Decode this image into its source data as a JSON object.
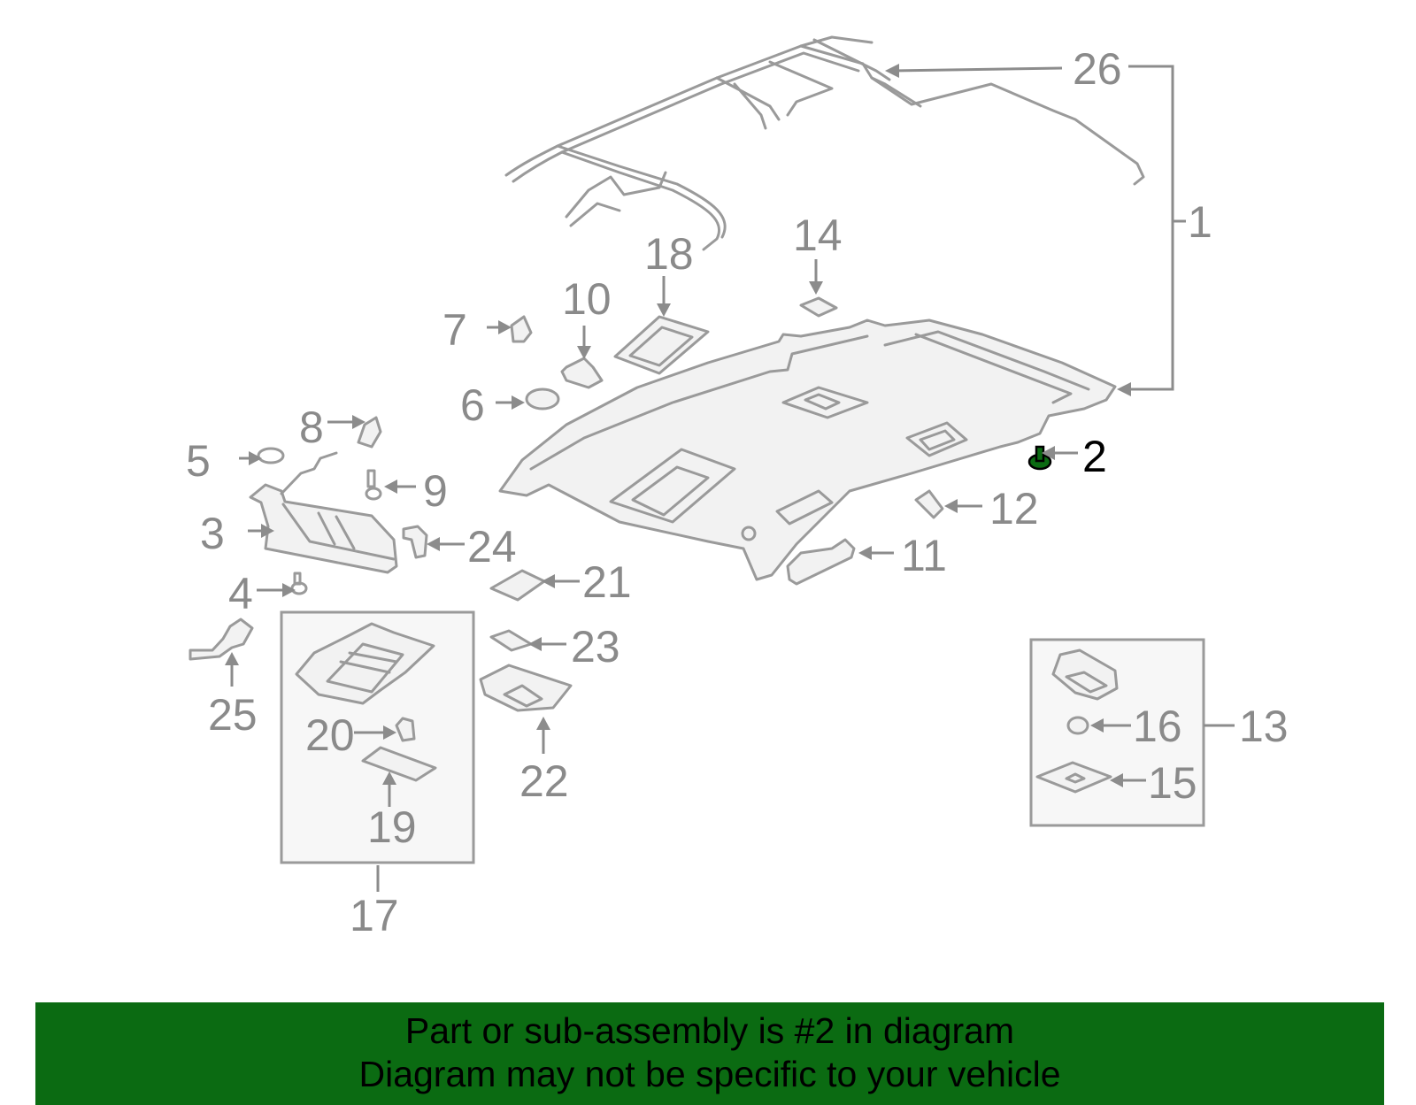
{
  "diagram": {
    "highlight_color": "#0b6b12",
    "highlighted_part": "2",
    "callouts": {
      "c1": "1",
      "c2": "2",
      "c3": "3",
      "c4": "4",
      "c5": "5",
      "c6": "6",
      "c7": "7",
      "c8": "8",
      "c9": "9",
      "c10": "10",
      "c11": "11",
      "c12": "12",
      "c13": "13",
      "c14": "14",
      "c15": "15",
      "c16": "16",
      "c17": "17",
      "c18": "18",
      "c19": "19",
      "c20": "20",
      "c21": "21",
      "c22": "22",
      "c23": "23",
      "c24": "24",
      "c25": "25",
      "c26": "26"
    }
  },
  "footer": {
    "line1": "Part or sub-assembly is #2 in diagram",
    "line2": "Diagram may not be specific to your vehicle",
    "background": "#0b6b12"
  }
}
